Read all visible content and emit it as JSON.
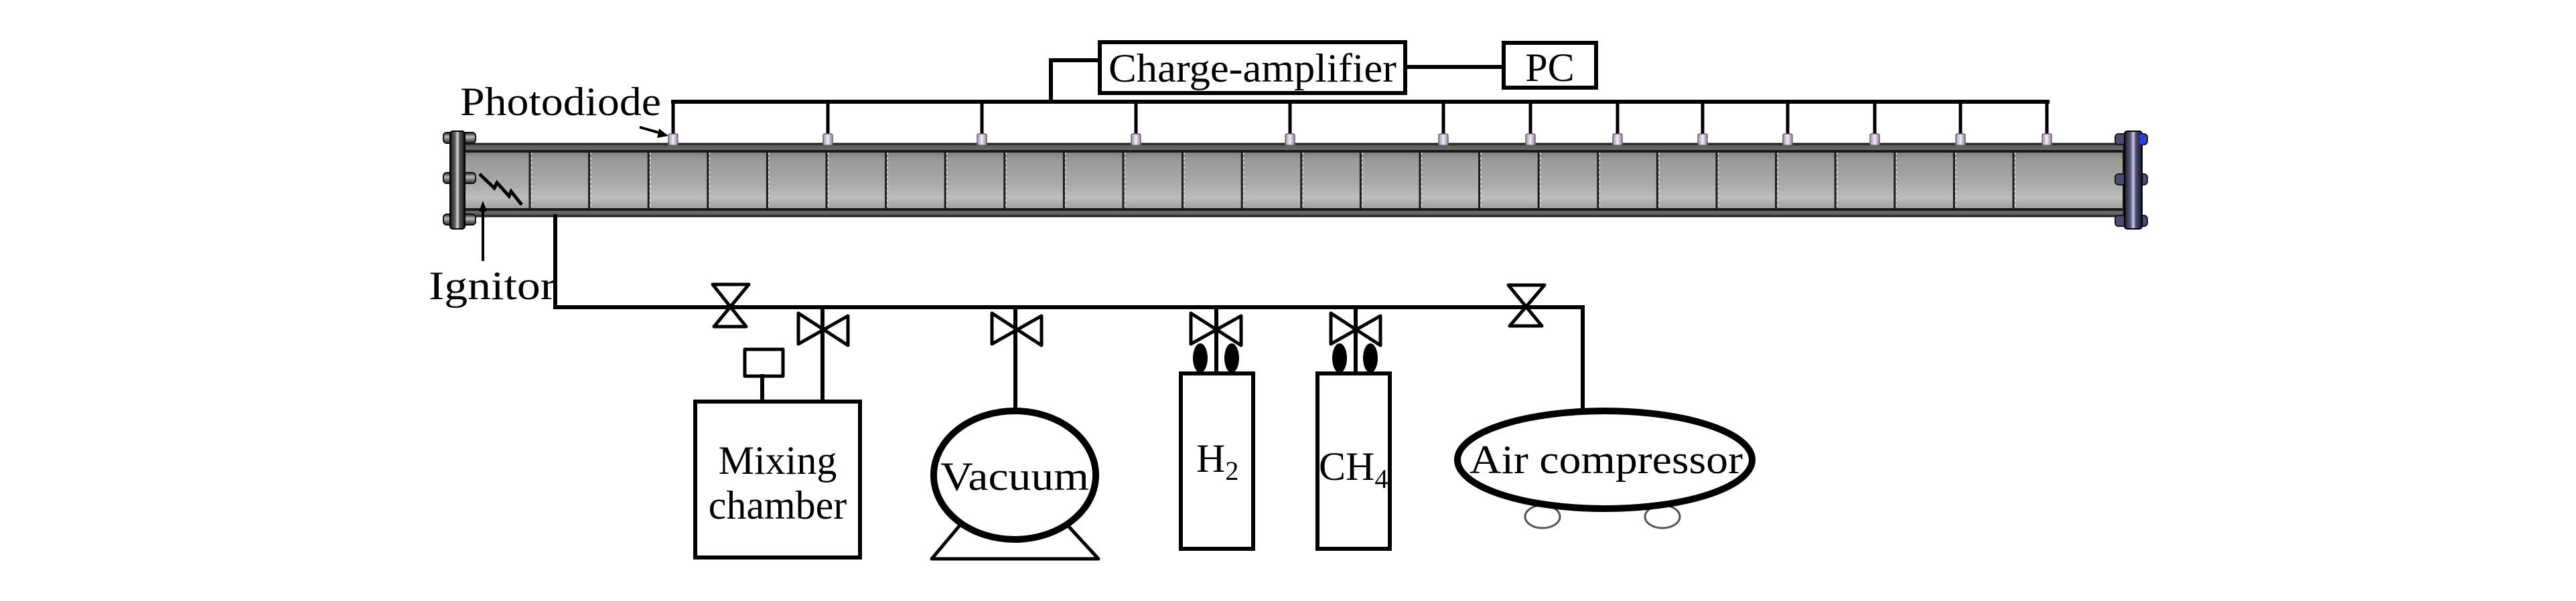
{
  "title": "Experimental setup schematic",
  "labels": {
    "photodiode": "Photodiode",
    "ignitor": "Ignitor",
    "charge_amplifier": "Charge-amplifier",
    "pc": "PC",
    "mixing_chamber_line1": "Mixing",
    "mixing_chamber_line2": "chamber",
    "vacuum": "Vacuum",
    "h2_main": "H",
    "h2_sub": "2",
    "ch4_main": "CH",
    "ch4_sub": "4",
    "air_compressor": "Air compressor"
  },
  "tube": {
    "segment_count": 27,
    "photodiode_count": 13
  },
  "colors": {
    "tube_dark": "#8f8f8f",
    "tube_light": "#c4c4c4",
    "photodiode": "#e6dfe8",
    "flange_left": "#2a2a2a",
    "flange_right": "#3a3c55",
    "line": "#000000"
  }
}
